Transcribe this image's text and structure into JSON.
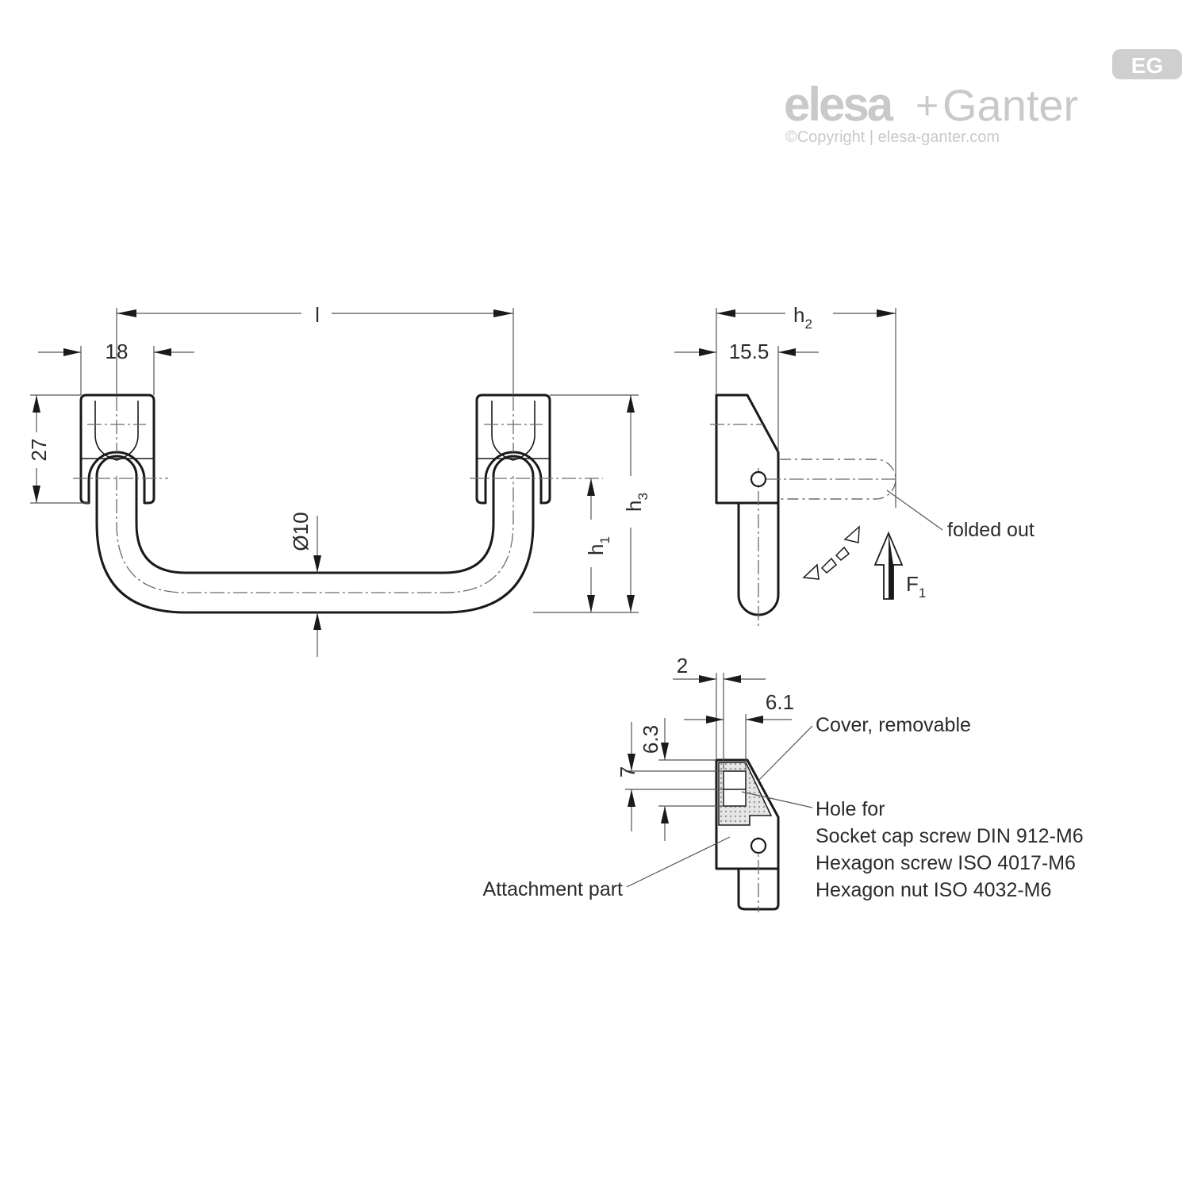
{
  "logo": {
    "brand_left": "elesa",
    "brand_plus": "+",
    "brand_right": "Ganter",
    "badge": "EG",
    "copyright": "©Copyright | elesa-ganter.com"
  },
  "front_view": {
    "length_label": "l",
    "width_label": "18",
    "height_label": "27",
    "diameter_label": "Ø10",
    "h1_label": "h",
    "h1_sub": "1",
    "h3_label": "h",
    "h3_sub": "3"
  },
  "side_view": {
    "h2_label": "h",
    "h2_sub": "2",
    "offset_label": "15.5",
    "folded_out_label": "folded out",
    "force_label": "F",
    "force_sub": "1"
  },
  "detail_view": {
    "dim_2": "2",
    "dim_6_1": "6.1",
    "dim_6_3": "6.3",
    "dim_7": "7",
    "cover_label": "Cover, removable",
    "hole_for_label": "Hole for",
    "screw_1": "Socket cap screw DIN 912-M6",
    "screw_2": "Hexagon screw ISO 4017-M6",
    "screw_3": "Hexagon nut ISO 4032-M6",
    "attachment_label": "Attachment part"
  }
}
